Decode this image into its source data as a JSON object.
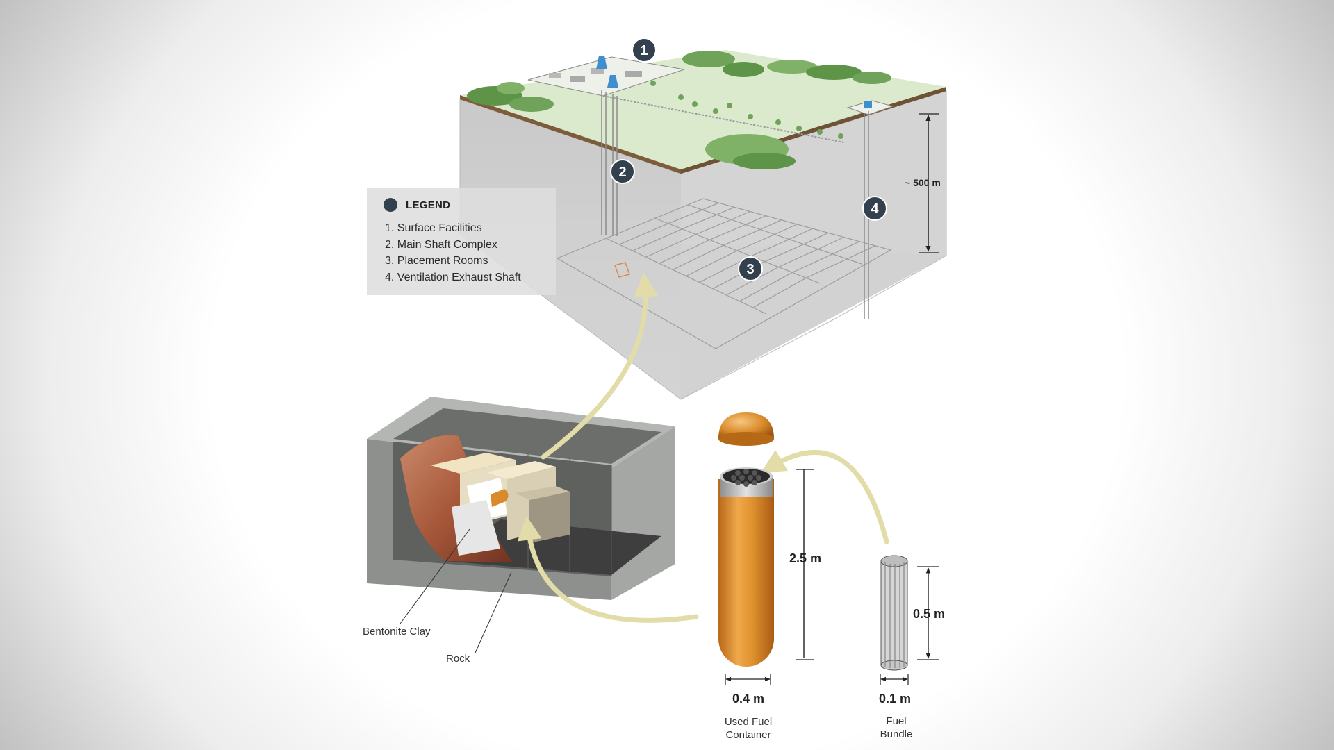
{
  "legend": {
    "title": "LEGEND",
    "items": [
      {
        "number": "1",
        "text": "1. Surface Facilities"
      },
      {
        "number": "2",
        "text": "2. Main Shaft Complex"
      },
      {
        "number": "3",
        "text": "3. Placement Rooms"
      },
      {
        "number": "4",
        "text": "4. Ventilation Exhaust Shaft"
      }
    ]
  },
  "markers": [
    "1",
    "2",
    "3",
    "4"
  ],
  "depth_label": "~ 500 m",
  "labels": {
    "bentonite": "Bentonite Clay",
    "rock": "Rock"
  },
  "container": {
    "height": "2.5 m",
    "width": "0.4 m",
    "name_line1": "Used Fuel",
    "name_line2": "Container"
  },
  "bundle": {
    "height": "0.5 m",
    "width": "0.1 m",
    "name_line1": "Fuel",
    "name_line2": "Bundle"
  },
  "colors": {
    "marker": "#33414f",
    "ground_surface": "#dbe9cc",
    "copper": "#d98c2a",
    "arrow": "#e2dca8"
  }
}
